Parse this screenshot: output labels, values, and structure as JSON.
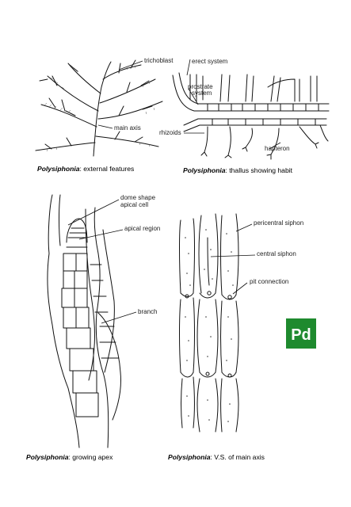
{
  "panels": {
    "external": {
      "caption_italic": "Polysiphonia",
      "caption_rest": ":  external features",
      "labels": {
        "trichoblast": "trichoblast",
        "main_axis": "main axis"
      }
    },
    "habit": {
      "caption_italic": "Polysiphonia",
      "caption_rest": ":  thallus showing habit",
      "labels": {
        "erect_system": "erect system",
        "prostrate_1": "prostrate",
        "prostrate_2": "system",
        "rhizoids": "rhizoids",
        "hapteron": "hapteron"
      }
    },
    "apex": {
      "caption_italic": "Polysiphonia",
      "caption_rest": ":  growing apex",
      "labels": {
        "dome_1": "dome shape",
        "dome_2": "apical cell",
        "apical_region": "apical region",
        "branch": "branch"
      }
    },
    "vs": {
      "caption_italic": "Polysiphonia",
      "caption_rest": ":  V.S. of main axis",
      "labels": {
        "pericentral": "pericentral siphon",
        "central": "central siphon",
        "pit": "pit connection"
      }
    }
  },
  "logo": {
    "text": "Pd",
    "color": "#1e8a2e"
  }
}
